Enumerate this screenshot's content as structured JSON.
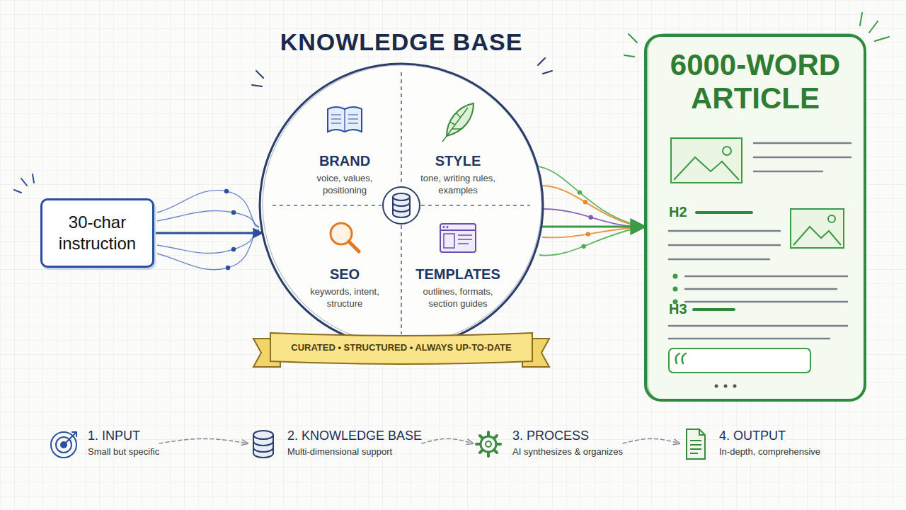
{
  "diagram": {
    "nodes": [
      {
        "text": [
          "30-char instruction"
        ]
      },
      {
        "text": [
          "KNOWLEDGE BASE"
        ]
      },
      {
        "text": [
          "BRAND",
          "voice, values, positioning"
        ],
        "in": 1
      },
      {
        "text": [
          "STYLE",
          "tone, writing rules, examples"
        ],
        "in": 1
      },
      {
        "text": [
          "SEO",
          "keywords, intent, structure"
        ],
        "in": 1
      },
      {
        "text": [
          "TEMPLATES",
          "outlines, formats, section guides"
        ],
        "in": 1
      },
      {
        "text": [
          "CURATED • STRUCTURED • ALWAYS UP-TO-DATE"
        ],
        "in": 1
      },
      {
        "text": [
          "6000-WORD ARTICLE",
          "H2",
          "H3"
        ]
      },
      {
        "text": [
          "1. INPUT",
          "Small but specific"
        ]
      },
      {
        "text": [
          "2. KNOWLEDGE BASE",
          "Multi-dimensional support"
        ]
      },
      {
        "text": [
          "3. PROCESS",
          "AI synthesizes & organizes"
        ]
      },
      {
        "text": [
          "4. OUTPUT",
          "In-depth, comprehensive"
        ]
      }
    ],
    "edges": [
      {
        "from": 0,
        "to": 1,
        "arrow": "to"
      },
      {
        "from": 1,
        "to": 7,
        "arrow": "to"
      },
      {
        "from": 8,
        "to": 9,
        "arrow": "to"
      },
      {
        "from": 9,
        "to": 10,
        "arrow": "to"
      },
      {
        "from": 10,
        "to": 11,
        "arrow": "to"
      }
    ]
  }
}
